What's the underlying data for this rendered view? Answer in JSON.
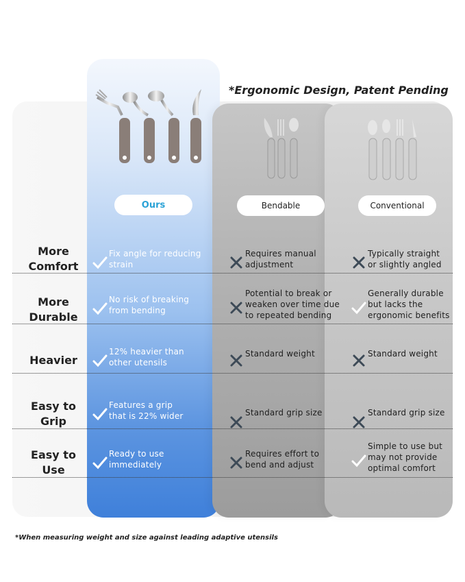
{
  "tagline": "*Ergonomic Design, Patent Pending",
  "columns": {
    "ours": {
      "label": "Ours"
    },
    "bendable": {
      "label": "Bendable"
    },
    "conventional": {
      "label": "Conventional"
    }
  },
  "rows": [
    {
      "feature": [
        "More",
        "Comfort"
      ],
      "ours": [
        "Fix angle for reducing",
        "strain"
      ],
      "bendable": [
        "Requires manual",
        "adjustment"
      ],
      "conventional": [
        "Typically straight",
        "or slightly angled"
      ],
      "conventional_icon": "cross-icon"
    },
    {
      "feature": [
        "More",
        "Durable"
      ],
      "ours": [
        "No risk of breaking",
        "from bending"
      ],
      "bendable": [
        "Potential to break or",
        "weaken over time due",
        "to repeated bending"
      ],
      "conventional": [
        "Generally durable",
        "but lacks the",
        "ergonomic benefits"
      ],
      "conventional_icon": "check-icon"
    },
    {
      "feature": [
        "Heavier"
      ],
      "ours": [
        "12% heavier than",
        "other utensils"
      ],
      "bendable": [
        "Standard weight"
      ],
      "conventional": [
        "Standard weight"
      ],
      "conventional_icon": "cross-icon"
    },
    {
      "feature": [
        "Easy to",
        "Grip"
      ],
      "ours": [
        "Features a grip",
        "that is 22% wider"
      ],
      "bendable": [
        "Standard grip size"
      ],
      "conventional": [
        "Standard grip size"
      ],
      "conventional_icon": "cross-icon"
    },
    {
      "feature": [
        "Easy to",
        "Use"
      ],
      "ours": [
        "Ready to use",
        "immediately"
      ],
      "bendable": [
        "Requires effort to",
        "bend and adjust"
      ],
      "conventional": [
        "Simple to use but",
        "may not provide",
        "optimal comfort"
      ],
      "conventional_icon": "check-icon"
    }
  ],
  "footnote": "*When measuring weight and  size against leading adaptive utensils",
  "colors": {
    "ours_text": "#ffffff",
    "check_white": "#ffffff",
    "cross_dark": "#3d4a57",
    "ours_label": "#2aa2d6"
  }
}
